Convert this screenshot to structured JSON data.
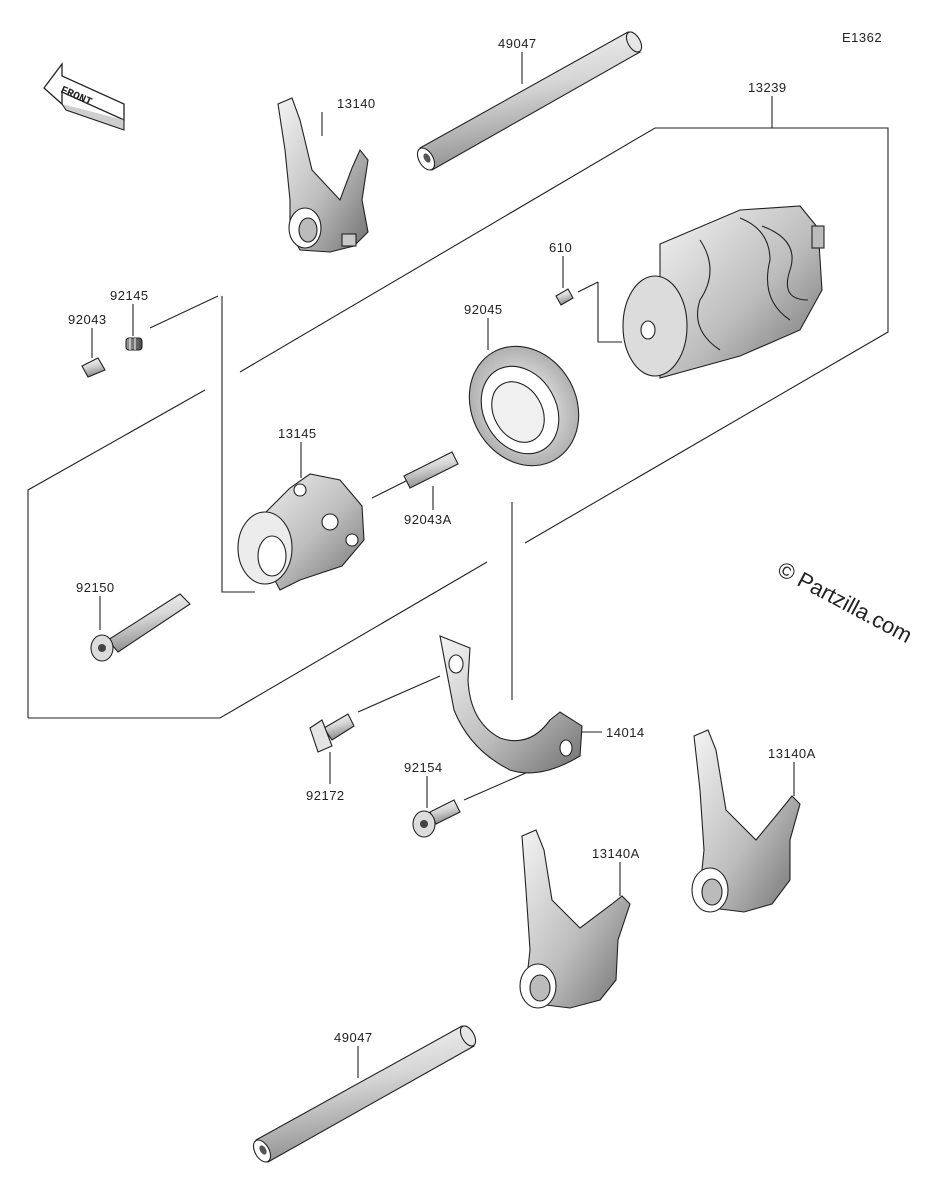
{
  "diagram_code": "E1362",
  "front_label": "FRONT",
  "watermark": "© Partzilla.com",
  "parts": {
    "shaft_top": "49047",
    "fork_top": "13140",
    "drum": "13239",
    "pin_610": "610",
    "spring": "92145",
    "pin_92043": "92043",
    "bearing": "92045",
    "cam": "13145",
    "pin_92043a": "92043A",
    "bolt_92150": "92150",
    "plate": "14014",
    "screw_92172": "92172",
    "bolt_92154": "92154",
    "fork_right": "13140A",
    "fork_mid": "13140A",
    "shaft_bottom": "49047"
  }
}
